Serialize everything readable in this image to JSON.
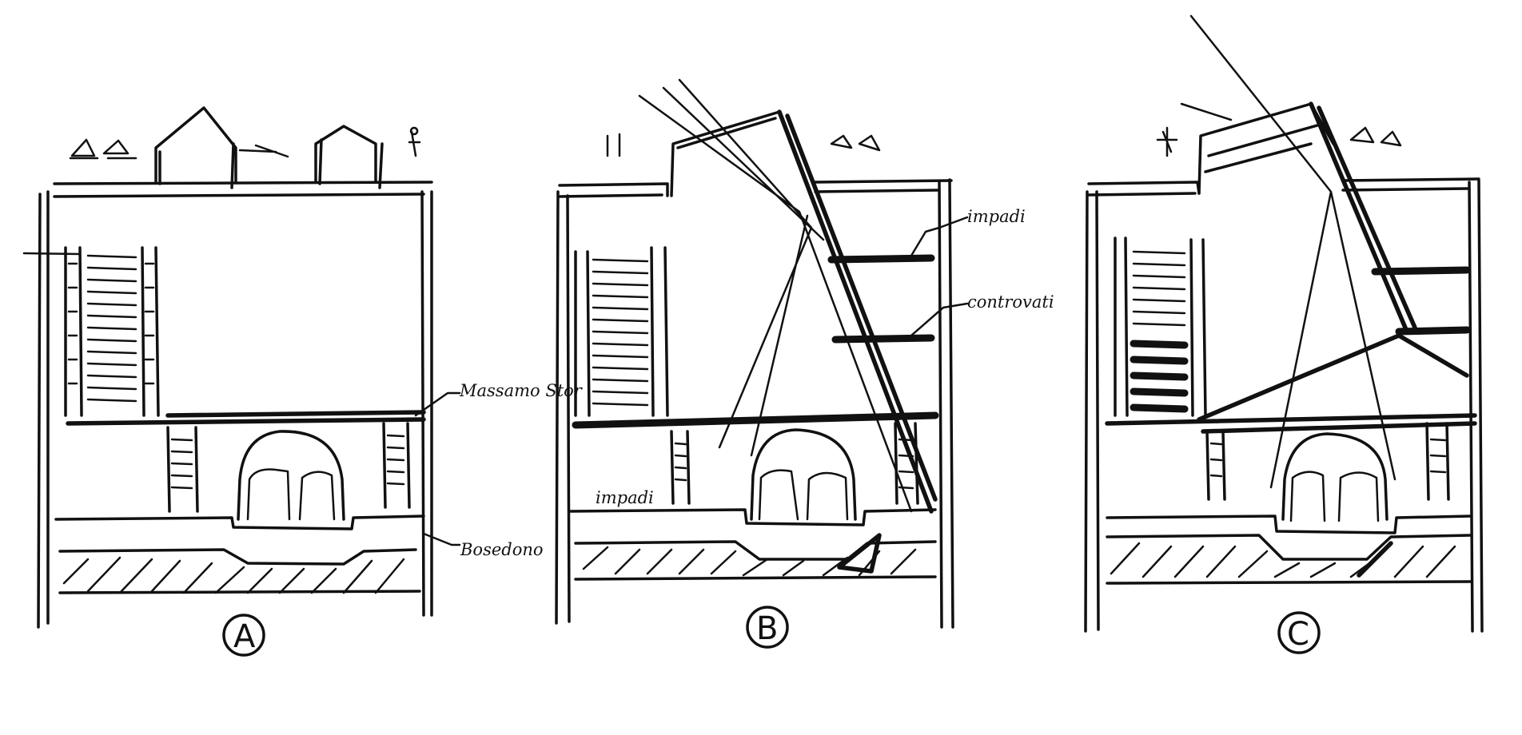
{
  "sections": [
    {
      "letter": "A",
      "annotations": [
        "Massamo Stor",
        "Bosedono"
      ]
    },
    {
      "letter": "B",
      "annotations": [
        "impadi",
        "impadi",
        "controvati"
      ]
    },
    {
      "letter": "C",
      "annotations": []
    }
  ],
  "colors": {
    "ink": "#111111",
    "paper": "#ffffff"
  }
}
